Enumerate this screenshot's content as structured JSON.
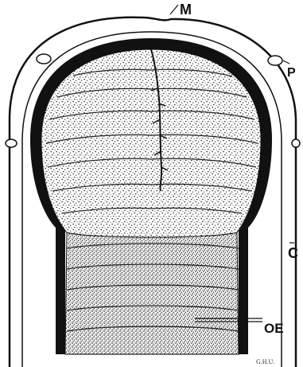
{
  "figure": {
    "labels": {
      "mouth": "M",
      "papilla": "P",
      "cuticle": "C",
      "oesophagus": "OE"
    },
    "signature": "G.H.U."
  },
  "colors": {
    "ink": "#111111",
    "paper": "#ffffff"
  }
}
